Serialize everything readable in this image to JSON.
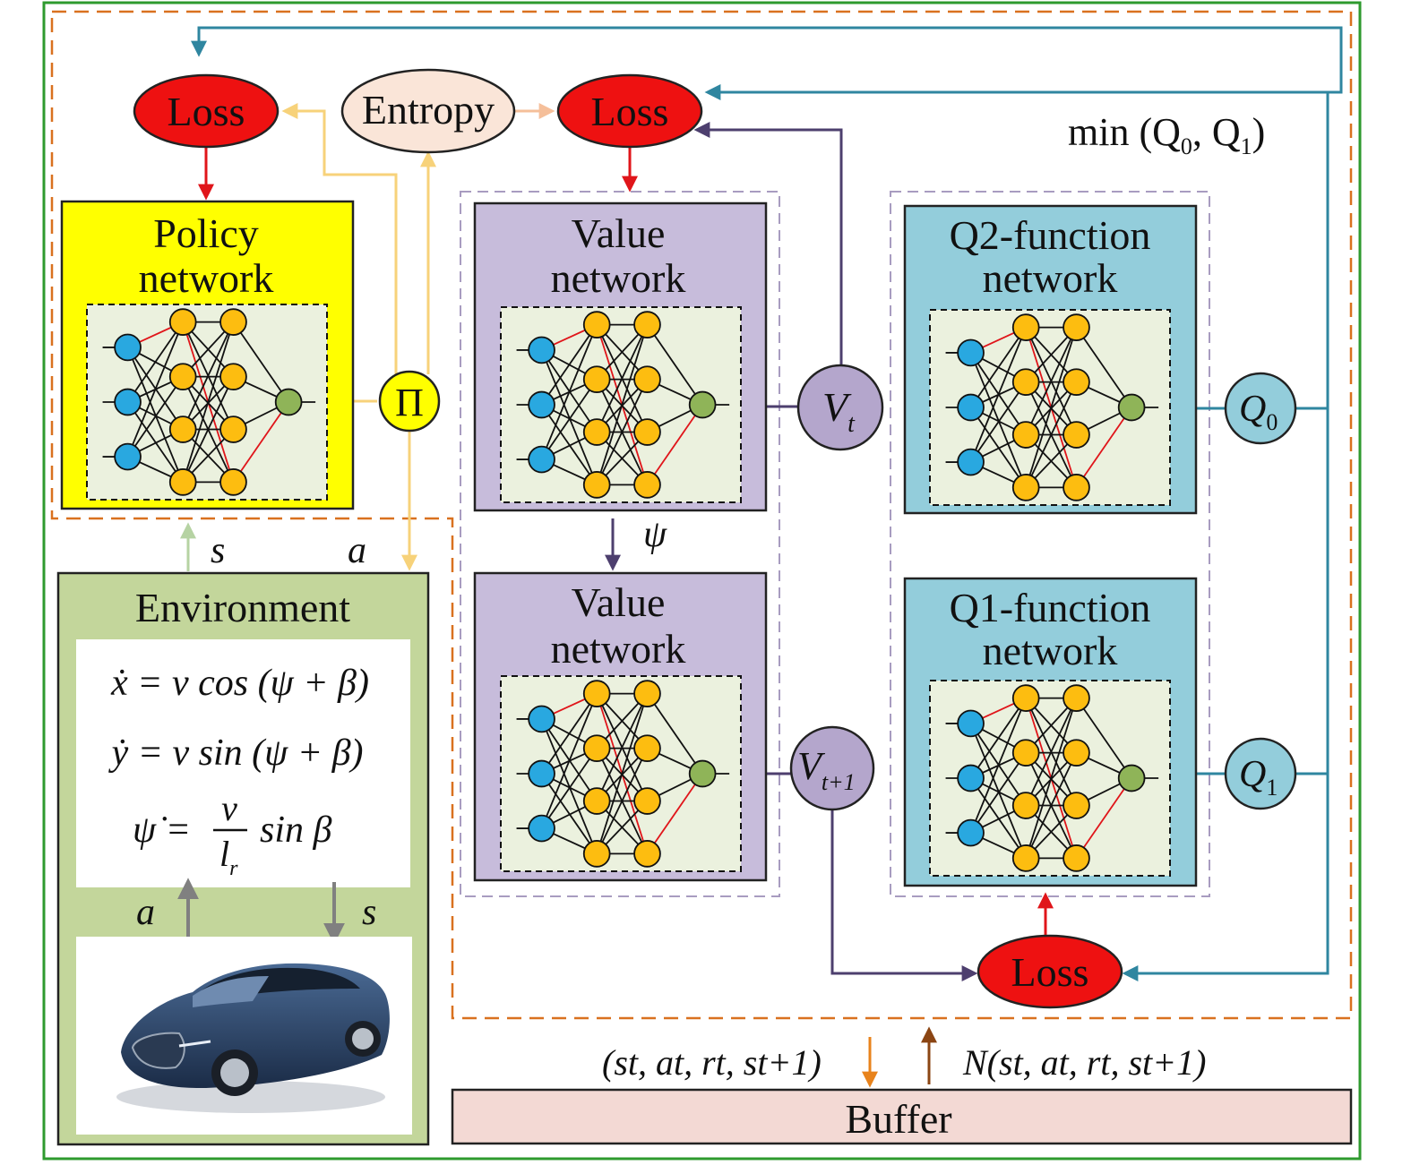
{
  "colors": {
    "outer_border": "#2e9a2e",
    "dashed_orange": "#d9711f",
    "dashed_lavender": "#a89cc0",
    "policy_fill": "#ffff00",
    "value_fill": "#c7bcdb",
    "q_fill": "#93cddb",
    "env_fill": "#c3d69b",
    "loss_fill": "#ee1111",
    "entropy_fill": "#fae5d8",
    "buffer_fill": "#f3d9d4",
    "inner_net_fill": "#ebf1de",
    "node_input": "#29a8e0",
    "node_hidden": "#fdbd10",
    "node_output": "#8fb458",
    "arrow_red": "#e0151a",
    "arrow_yellow": "#f7d27a",
    "arrow_teal": "#2f86a0",
    "arrow_purple": "#4d3f6e",
    "arrow_peach": "#f5bf9a",
    "arrow_grey": "#808080",
    "arrow_orange": "#e8831c",
    "arrow_brown": "#8b4513",
    "arrow_green": "#b6d3a3"
  },
  "icons": [
    "neural-network-icon",
    "car-image"
  ],
  "labels": {
    "loss_policy": "Loss",
    "entropy": "Entropy",
    "loss_value": "Loss",
    "loss_q": "Loss",
    "min_q": "min (Q",
    "min_q_sub0": "0",
    "min_q_mid": ", Q",
    "min_q_sub1": "1",
    "min_q_end": ")",
    "policy_title_1": "Policy",
    "policy_title_2": "network",
    "pi": "Π",
    "value_title_1": "Value",
    "value_title_2": "network",
    "target_value_title_1": "Value",
    "target_value_title_2": "network",
    "q2_title_1": "Q2-function",
    "q2_title_2": "network",
    "q1_title_1": "Q1-function",
    "q1_title_2": "network",
    "vt": "V",
    "vt_sub": "t",
    "vt1": "V",
    "vt1_sub": "t+1",
    "q0": "Q",
    "q0_sub": "0",
    "q1": "Q",
    "q1_sub": "1",
    "psi": "ψ",
    "s_top": "s",
    "a_top": "a",
    "environment": "Environment",
    "eq1": "ẋ = v cos (ψ + β)",
    "eq2": "ẏ = v sin (ψ + β)",
    "eq3_lhs": "ψ̇ =",
    "eq3_num": "v",
    "eq3_den": "l",
    "eq3_den_sub": "r",
    "eq3_rhs": "sin β",
    "a_bottom": "a",
    "s_bottom": "s",
    "tuple_left": "(s",
    "tuple_left_rest": "t, a",
    "tuple_text": "(st, at, rt, st+1)",
    "n_tuple_text": "N(st, at, rt, st+1)",
    "buffer": "Buffer"
  }
}
